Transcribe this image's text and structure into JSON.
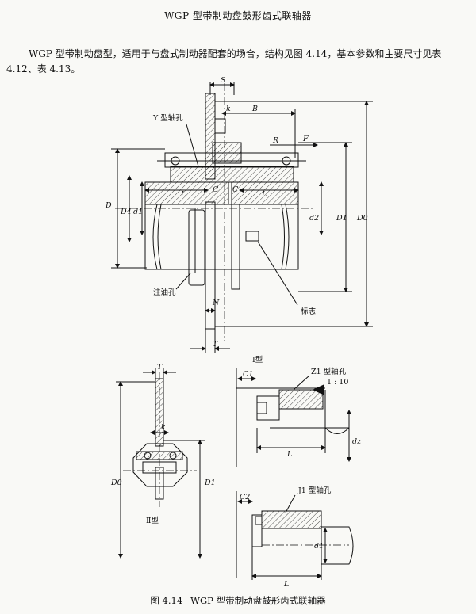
{
  "document": {
    "title": "WGP 型带制动盘鼓形齿式联轴器",
    "paragraph": "WGP 型带制动盘型，适用于与盘式制动器配套的场合，结构见图 4.14，基本参数和主要尺寸见表 4.12、表 4.13。",
    "caption_number": "图 4.14",
    "caption_text": "WGP 型带制动盘鼓形齿式联轴器"
  },
  "figure": {
    "type_I": {
      "callout_y_bore": "Y 型轴孔",
      "callout_oil_hole": "注油孔",
      "callout_mark": "标志",
      "caption": "Ⅰ型",
      "dims": {
        "S": "S",
        "k": "k",
        "B": "B",
        "R": "R",
        "F": "F",
        "L_left": "L",
        "L_right": "L",
        "C_left": "C",
        "C_right": "C",
        "D": "D",
        "D4": "D4",
        "d1_left": "d1",
        "d2": "d2",
        "D1": "D1",
        "D0": "D0",
        "N": "N",
        "T": "T"
      }
    },
    "type_II": {
      "caption": "Ⅱ型",
      "dims": {
        "T": "T",
        "k": "k",
        "D0": "D0",
        "D1": "D1"
      }
    },
    "z1_detail": {
      "callout": "Z1 型轴孔",
      "taper": "1 : 10",
      "dims": {
        "C1": "C1",
        "L": "L",
        "dz": "dz"
      }
    },
    "j1_detail": {
      "callout": "J1 型轴孔",
      "dims": {
        "C2": "C2",
        "L": "L",
        "d1": "d1"
      }
    }
  }
}
